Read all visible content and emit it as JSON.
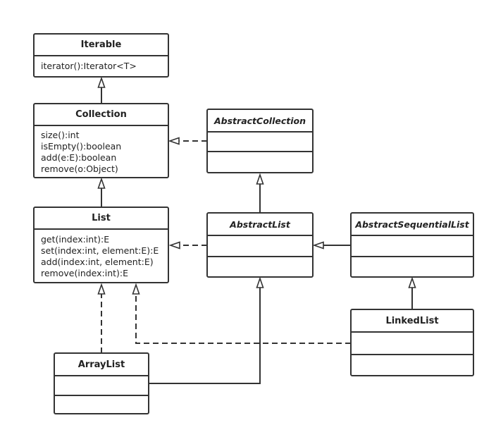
{
  "classes": {
    "iterable": {
      "name": "Iterable",
      "methods": [
        "iterator():Iterator<T>"
      ]
    },
    "collection": {
      "name": "Collection",
      "methods": [
        "size():int",
        "isEmpty():boolean",
        "add(e:E):boolean",
        "remove(o:Object)"
      ]
    },
    "list": {
      "name": "List",
      "methods": [
        "get(index:int):E",
        "set(index:int, element:E):E",
        "add(index:int, element:E)",
        "remove(index:int):E"
      ]
    },
    "abstract_collection": {
      "name": "AbstractCollection"
    },
    "abstract_list": {
      "name": "AbstractList"
    },
    "abstract_sequential_list": {
      "name": "AbstractSequentialList"
    },
    "array_list": {
      "name": "ArrayList"
    },
    "linked_list": {
      "name": "LinkedList"
    }
  },
  "colors": {
    "line": "#333333",
    "text": "#222222",
    "background": "#ffffff"
  }
}
